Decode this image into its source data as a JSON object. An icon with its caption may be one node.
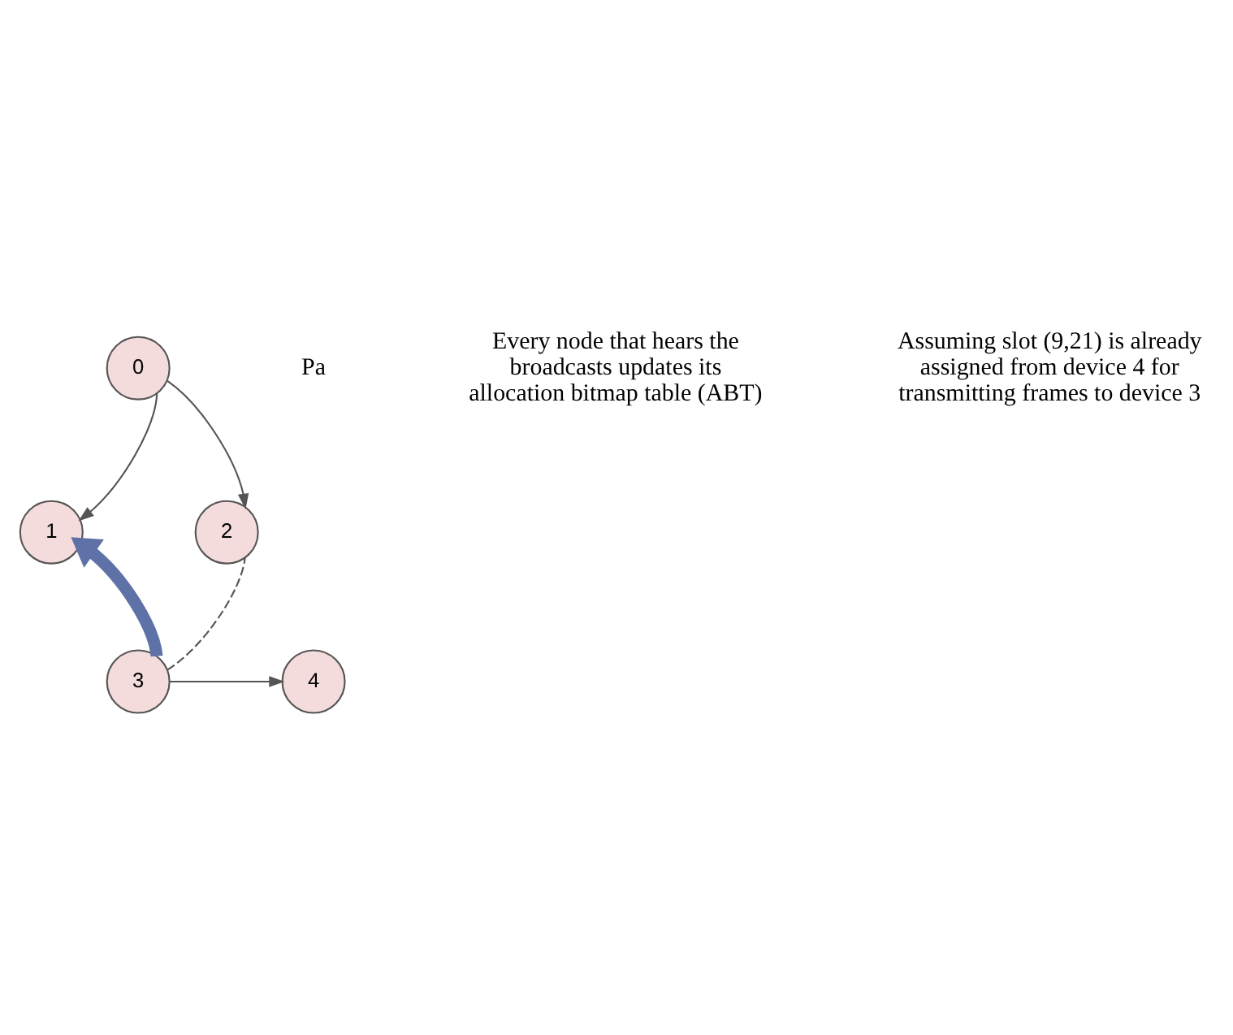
{
  "diagram": {
    "nodes": [
      {
        "text": [
          "0"
        ]
      },
      {
        "text": [
          "1"
        ]
      },
      {
        "text": [
          "2"
        ]
      },
      {
        "text": [
          "3"
        ]
      },
      {
        "text": [
          "4"
        ]
      }
    ],
    "edges": [
      {
        "from": 0,
        "to": 1,
        "arrow": "to"
      },
      {
        "from": 0,
        "to": 2,
        "arrow": "to"
      },
      {
        "from": 3,
        "to": 1,
        "arrow": "to",
        "style": "thick",
        "color": "#5e72a8"
      },
      {
        "from": 3,
        "to": 2,
        "arrow": "none",
        "style": "dashed"
      },
      {
        "from": 3,
        "to": 4,
        "arrow": "to"
      }
    ],
    "labels": [
      "Pa",
      "Every node that hears the broadcasts updates its allocation bitmap table (ABT)",
      "Assuming slot (9,21) is already assigned from device 4 for transmitting frames to device 3"
    ]
  }
}
